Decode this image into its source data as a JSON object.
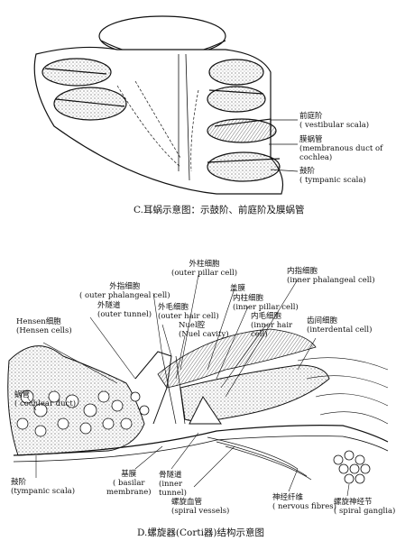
{
  "top_figure": {
    "caption": "C.耳蜗示意图：示鼓阶、前庭阶及膜蜗管",
    "labels": {
      "vestibular_zh": "前庭阶",
      "vestibular_en": "( vestibular scala)",
      "membranous_zh": "膜蜗管",
      "membranous_en1": "(membranous duct of",
      "membranous_en2": "cochlea)",
      "tympanic_zh": "鼓阶",
      "tympanic_en": "( tympanic scala)"
    }
  },
  "bottom_figure": {
    "caption": "D.螺旋器(Corti器)结构示意图",
    "labels": {
      "outer_pillar_zh": "外柱细胞",
      "outer_pillar_en": "(outer pillar cell)",
      "inner_phal_zh": "内指细胞",
      "inner_phal_en": "(inner phalangeal cell)",
      "outer_phal_zh": "外指细胞",
      "outer_phal_en": "( outer phalangeal cell)",
      "tectorial_zh": "盖膜",
      "inner_pillar_zh": "内柱细胞",
      "inner_pillar_en": "(inner pillar cell)",
      "outer_tunnel_zh": "外隧道",
      "outer_tunnel_en": "(outer tunnel)",
      "outer_hair_zh": "外毛细胞",
      "outer_hair_en": "(outer hair cell)",
      "inner_hair_zh": "内毛细胞",
      "inner_hair_en1": "(inner hair",
      "inner_hair_en2": "cell)",
      "interdental_zh": "齿间细胞",
      "interdental_en": "(interdental cell)",
      "hensen_zh": "Hensen细胞",
      "hensen_en": "(Hensen cells)",
      "nuel_zh": "Nuel腔",
      "nuel_en": "(Nuel cavity)",
      "cochlear_duct_zh": "蜗管",
      "cochlear_duct_en": "( cochlear duct)",
      "tympanic_zh": "鼓阶",
      "tympanic_en": "(tympanic scala)",
      "basilar_zh": "基膜",
      "basilar_en1": "( basilar",
      "basilar_en2": "membrane)",
      "inner_tunnel_zh": "骨隧道",
      "inner_tunnel_en1": "(inner",
      "inner_tunnel_en2": "tunnel)",
      "spiral_vessels_zh": "螺旋血管",
      "spiral_vessels_en": "(spiral vessels)",
      "nerve_zh": "神经纤维",
      "nerve_en": "( nervous fibres)",
      "ganglia_zh": "螺旋神经节",
      "ganglia_en": "( spiral ganglia)"
    }
  }
}
